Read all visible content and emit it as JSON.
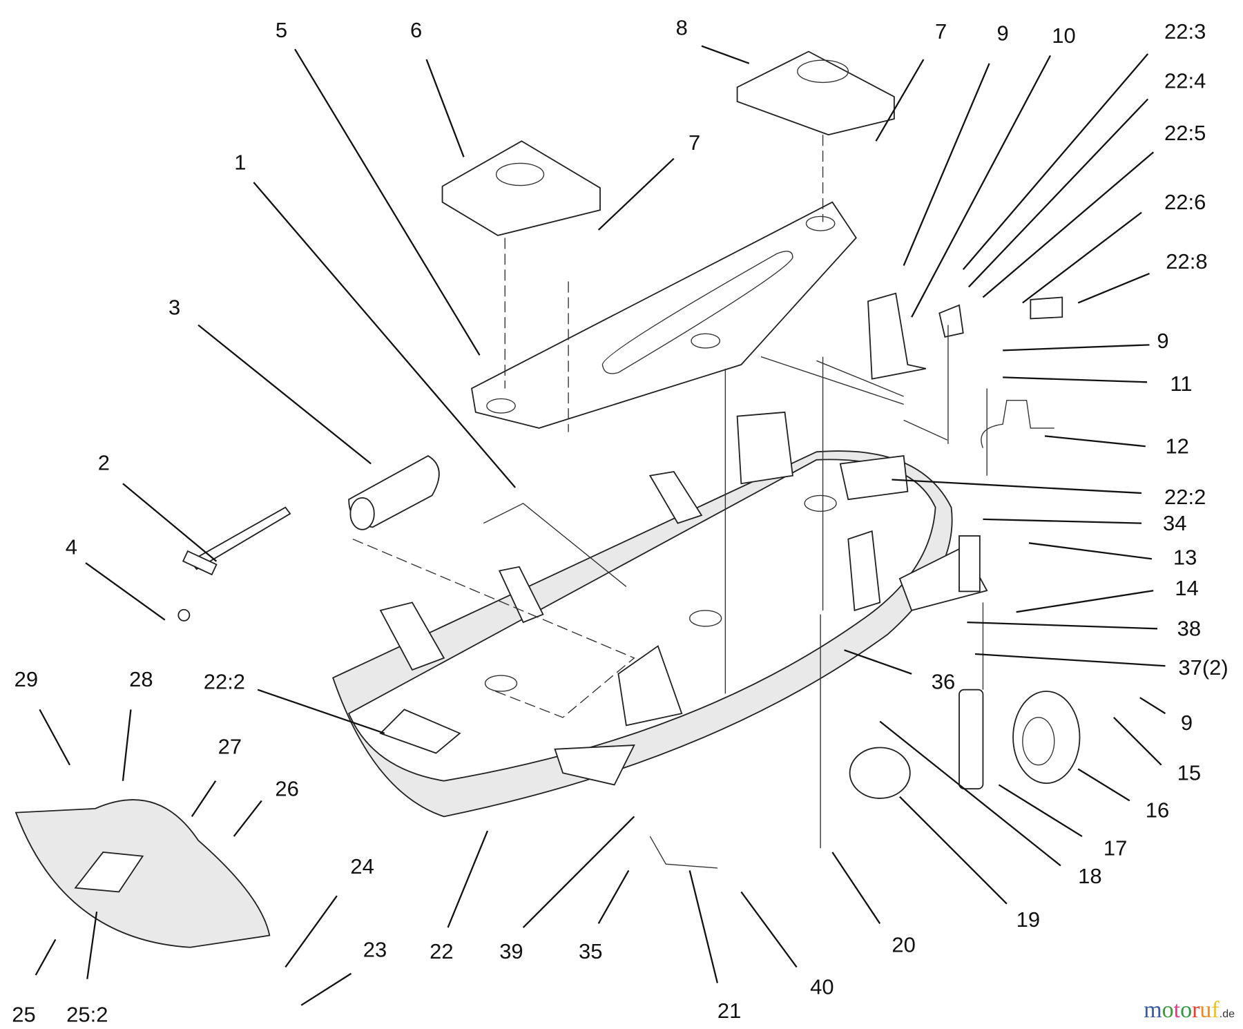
{
  "diagram": {
    "labels": [
      "5",
      "6",
      "8",
      "7",
      "9",
      "10",
      "22:3",
      "22:4",
      "22:5",
      "22:6",
      "22:8",
      "7",
      "1",
      "3",
      "2",
      "4",
      "9",
      "11",
      "12",
      "22:2",
      "34",
      "13",
      "14",
      "38",
      "37(2)",
      "36",
      "9",
      "15",
      "16",
      "17",
      "18",
      "19",
      "20",
      "40",
      "21",
      "35",
      "39",
      "22",
      "22:2",
      "29",
      "28",
      "27",
      "26",
      "24",
      "23",
      "25",
      "25:2"
    ]
  },
  "watermark": {
    "letters": [
      "m",
      "o",
      "t",
      "o",
      "r",
      "u",
      "f"
    ],
    "suffix": ".de",
    "colors": [
      "#3a5aa8",
      "#3a9a3a",
      "#e03c8c",
      "#2f9a3f",
      "#e8402a",
      "#f08a1c",
      "#f2c21a"
    ]
  }
}
